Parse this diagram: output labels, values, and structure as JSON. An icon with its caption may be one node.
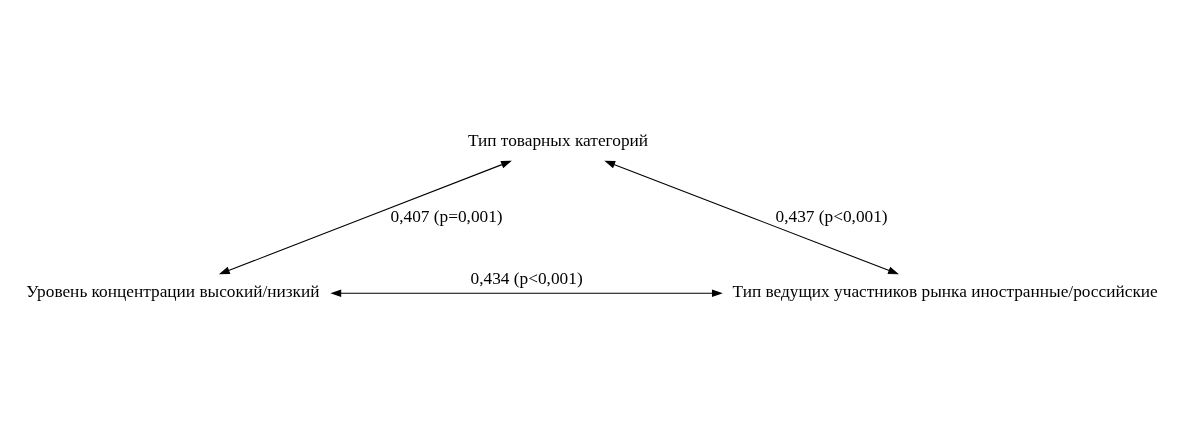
{
  "diagram": {
    "nodes": [
      {
        "text": [
          "Тип товарных категорий"
        ]
      },
      {
        "text": [
          "Уровень концентрации высокий/низкий"
        ]
      },
      {
        "text": [
          "Тип ведущих участников рынка иностранные/российские"
        ]
      }
    ],
    "edges": [
      {
        "from": 1,
        "to": 0,
        "arrow": "both",
        "label": "0,407 (p=0,001)"
      },
      {
        "from": 0,
        "to": 2,
        "arrow": "both",
        "label": "0,437 (p<0,001)"
      },
      {
        "from": 1,
        "to": 2,
        "arrow": "both",
        "label": "0,434 (p<0,001)"
      }
    ]
  }
}
